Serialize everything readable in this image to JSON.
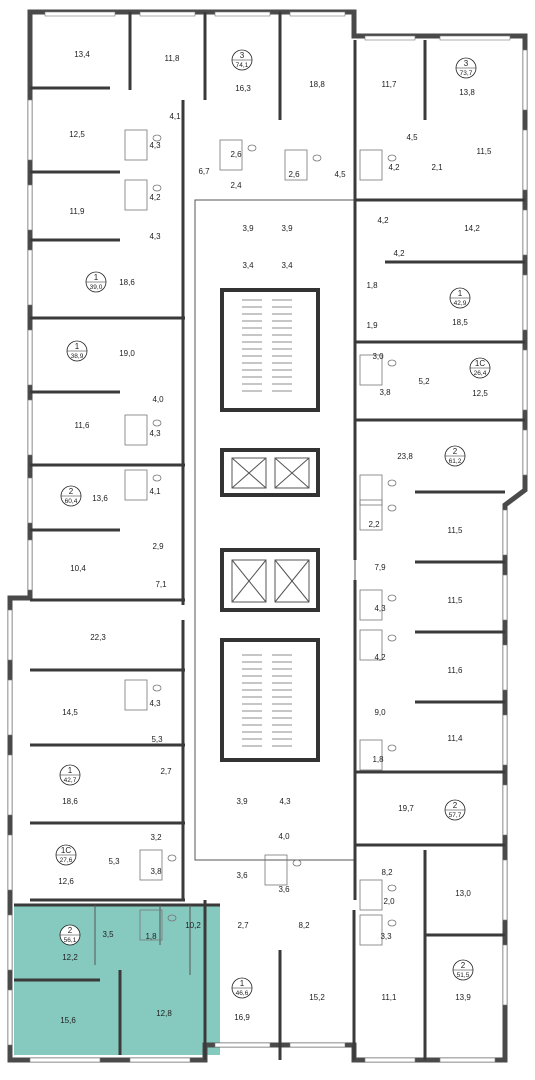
{
  "colors": {
    "highlight": "#86c9bf",
    "wall": "#3a3a3a",
    "background": "#ffffff"
  },
  "rooms": {
    "r1": "13,4",
    "r2": "11,8",
    "r3": "16,3",
    "r4": "18,8",
    "r5": "11,7",
    "r6": "13,8",
    "r7": "4,1",
    "r8": "12,5",
    "r9": "4,3",
    "r10": "4,2",
    "r11": "6,7",
    "r12": "2,6",
    "r13": "2,4",
    "r14": "2,6",
    "r15": "4,5",
    "r16": "4,5",
    "r17": "4,2",
    "r18": "2,1",
    "r19": "11,5",
    "r20": "11,9",
    "r21": "4,3",
    "r22": "3,9",
    "r23": "3,9",
    "r24": "4,2",
    "r25": "14,2",
    "r26": "18,6",
    "r27": "3,4",
    "r28": "3,4",
    "r29": "4,2",
    "r30": "1,8",
    "r31": "18,5",
    "r32": "19,0",
    "r33": "1,9",
    "r34": "3,0",
    "r35": "5,2",
    "r36": "3,8",
    "r37": "12,5",
    "r38": "4,0",
    "r39": "11,6",
    "r40": "4,3",
    "r41": "23,8",
    "r42": "13,6",
    "r43": "4,1",
    "r44": "2,2",
    "r45": "2,9",
    "r46": "11,5",
    "r47": "10,4",
    "r48": "7,9",
    "r49": "7,1",
    "r50": "11,5",
    "r51": "22,3",
    "r52": "4,3",
    "r53": "4,2",
    "r54": "11,6",
    "r55": "14,5",
    "r56": "4,3",
    "r57": "9,0",
    "r58": "5,3",
    "r59": "11,4",
    "r60": "1,8",
    "r61": "18,6",
    "r62": "2,7",
    "r63": "3,9",
    "r64": "4,3",
    "r65": "19,7",
    "r66": "4,0",
    "r67": "3,2",
    "r68": "5,3",
    "r69": "3,8",
    "r70": "8,2",
    "r71": "12,6",
    "r72": "3,6",
    "r73": "3,6",
    "r74": "13,0",
    "r75": "2,0",
    "r76": "3,5",
    "r77": "1,8",
    "r78": "10,2",
    "r79": "2,7",
    "r80": "8,2",
    "r81": "3,3",
    "r82": "12,2",
    "r83": "15,6",
    "r84": "12,8",
    "r85": "16,9",
    "r86": "15,2",
    "r87": "11,1",
    "r88": "13,9"
  },
  "apartments": [
    {
      "rooms": "3",
      "area": "74,1"
    },
    {
      "rooms": "3",
      "area": "73,7"
    },
    {
      "rooms": "1",
      "area": "39,0"
    },
    {
      "rooms": "1",
      "area": "42,9"
    },
    {
      "rooms": "1",
      "area": "38,9"
    },
    {
      "rooms": "1C",
      "area": "26,4"
    },
    {
      "rooms": "2",
      "area": "61,2"
    },
    {
      "rooms": "2",
      "area": "60,4"
    },
    {
      "rooms": "1",
      "area": "42,7"
    },
    {
      "rooms": "2",
      "area": "57,7"
    },
    {
      "rooms": "1C",
      "area": "27,6"
    },
    {
      "rooms": "2",
      "area": "56,1"
    },
    {
      "rooms": "2",
      "area": "51,5"
    },
    {
      "rooms": "1",
      "area": "46,6"
    }
  ]
}
